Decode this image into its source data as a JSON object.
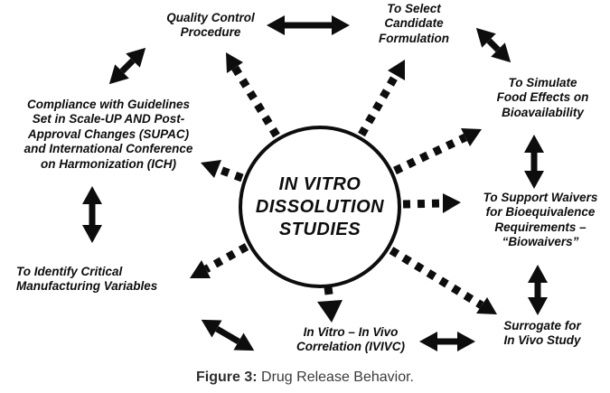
{
  "diagram": {
    "center": {
      "label": [
        "IN VITRO",
        "DISSOLUTION",
        "STUDIES"
      ]
    },
    "nodes": {
      "quality_control": {
        "label": [
          "Quality Control",
          "Procedure"
        ]
      },
      "select_candidate": {
        "label": [
          "To Select",
          "Candidate",
          "Formulation"
        ]
      },
      "simulate_food": {
        "label": [
          "To Simulate",
          "Food Effects on",
          "Bioavailability"
        ]
      },
      "support_waivers": {
        "label": [
          "To Support Waivers",
          "for Bioequivalence",
          "Requirements –",
          "“Biowaivers”"
        ]
      },
      "surrogate": {
        "label": [
          "Surrogate for",
          "In Vivo Study"
        ]
      },
      "ivivc": {
        "label": [
          "In Vitro – In Vivo",
          "Correlation (IVIVC)"
        ]
      },
      "identify_critical": {
        "label": [
          "To Identify Critical",
          "Manufacturing Variables"
        ]
      },
      "compliance": {
        "label": [
          "Compliance with Guidelines",
          "Set in Scale-UP AND Post-",
          "Approval Changes (SUPAC)",
          "and International Conference",
          "on Harmonization (ICH)"
        ]
      }
    },
    "colors": {
      "ink": "#0d0d0d",
      "caption_text": "#3b3b3b",
      "background": "#ffffff"
    }
  },
  "caption": {
    "prefix": "Figure 3:",
    "text": " Drug Release Behavior."
  }
}
